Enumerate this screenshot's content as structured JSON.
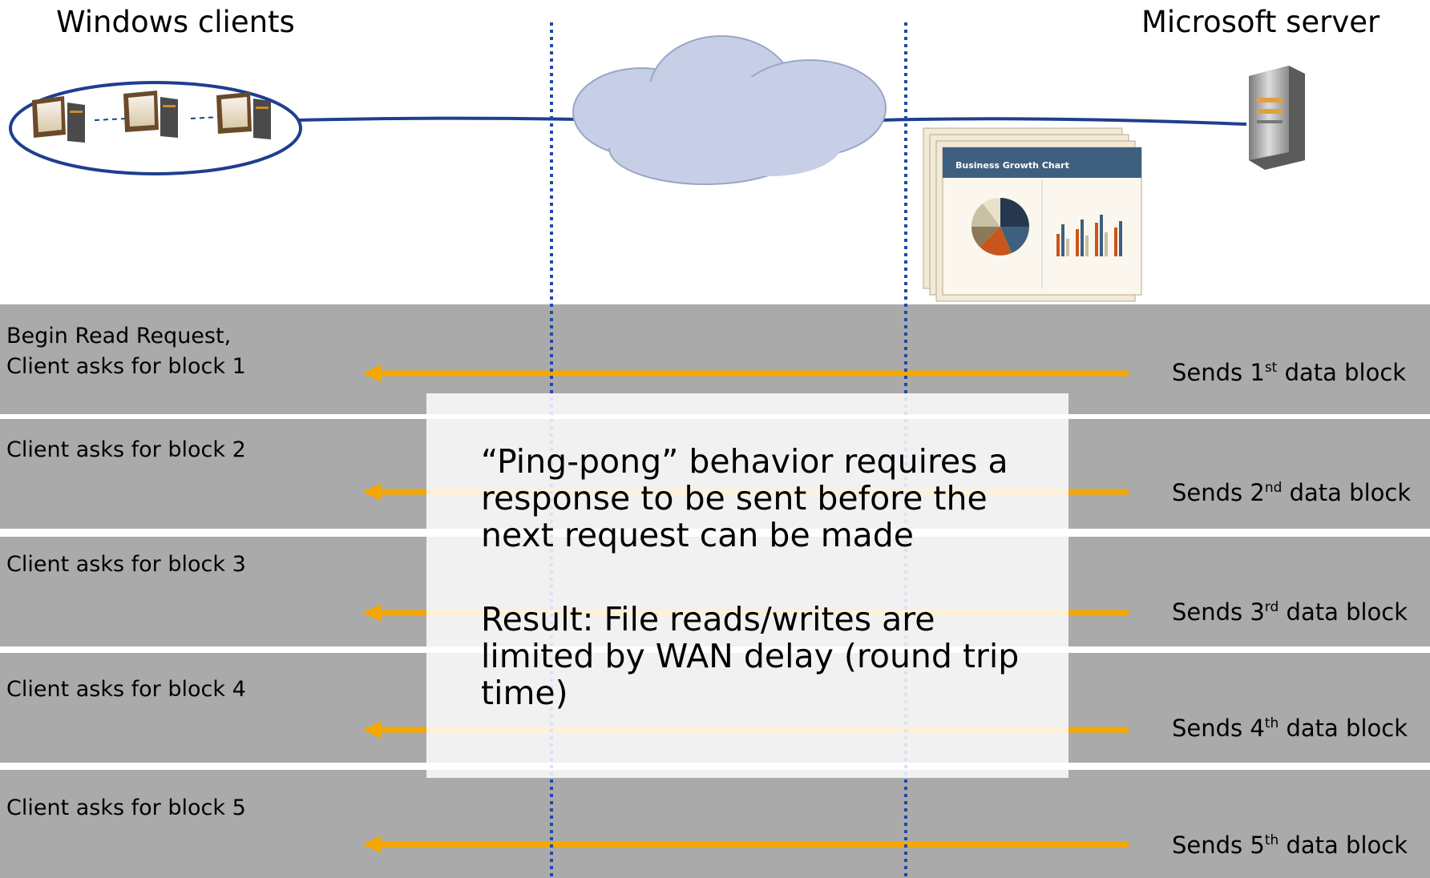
{
  "header": {
    "left_title": "Windows clients",
    "right_title": "Microsoft server"
  },
  "document_thumb": {
    "title": "Business Growth Chart"
  },
  "rows": [
    {
      "request": "Begin Read Request,\nClient asks for block 1",
      "resp_pre": "Sends 1",
      "resp_sup": "st",
      "resp_post": " data block"
    },
    {
      "request": "Client asks for block 2",
      "resp_pre": "Sends 2",
      "resp_sup": "nd",
      "resp_post": " data block"
    },
    {
      "request": "Client asks for block 3",
      "resp_pre": "Sends 3",
      "resp_sup": "rd",
      "resp_post": " data block"
    },
    {
      "request": "Client asks for block 4",
      "resp_pre": "Sends 4",
      "resp_sup": "th",
      "resp_post": " data block"
    },
    {
      "request": "Client asks for block 5",
      "resp_pre": "Sends 5",
      "resp_sup": "th",
      "resp_post": " data block"
    }
  ],
  "callout": {
    "line1": "“Ping-pong” behavior requires a response to be sent before the next request can be made",
    "line2": "Result: File reads/writes are limited by WAN delay (round trip time)"
  },
  "colors": {
    "band": "#aaaaaa",
    "arrow": "#f5a800",
    "link": "#1e3f8f",
    "dotted": "#1f4aa8",
    "cloud": "#c6cfe6"
  }
}
